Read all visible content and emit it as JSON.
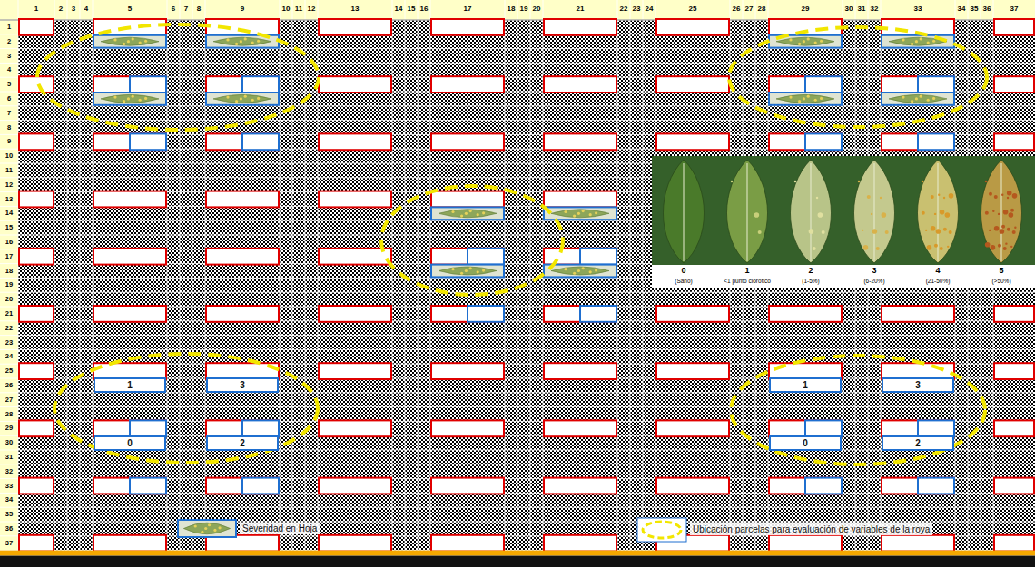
{
  "diagram": {
    "nodes": [
      {
        "text": [
          "1"
        ]
      },
      {
        "text": [
          "3"
        ]
      },
      {
        "text": [
          "1"
        ]
      },
      {
        "text": [
          "3"
        ]
      },
      {
        "text": [
          "0"
        ]
      },
      {
        "text": [
          "2"
        ]
      },
      {
        "text": [
          "0"
        ]
      },
      {
        "text": [
          "2"
        ]
      }
    ],
    "labels": [
      "1",
      "2",
      "3",
      "4",
      "5",
      "6",
      "7",
      "8",
      "9",
      "10",
      "11",
      "12",
      "13",
      "14",
      "15",
      "16",
      "17",
      "18",
      "19",
      "20",
      "21",
      "22",
      "23",
      "24",
      "25",
      "26",
      "27",
      "28",
      "29",
      "30",
      "31",
      "32",
      "33",
      "34",
      "35",
      "36",
      "37",
      "1",
      "2",
      "3",
      "4",
      "5",
      "6",
      "7",
      "8",
      "9",
      "10",
      "11",
      "12",
      "13",
      "14",
      "15",
      "16",
      "17",
      "18",
      "19",
      "20",
      "21",
      "22",
      "23",
      "24",
      "25",
      "26",
      "27",
      "28",
      "29",
      "30",
      "31",
      "32",
      "33",
      "34",
      "35",
      "36",
      "37",
      "0",
      "(Sano)",
      "1",
      "<1 punto clorótico",
      "2",
      "(1-5%)",
      "3",
      "(6-20%)",
      "4",
      "(21-50%)",
      "5",
      "(>50%)"
    ],
    "legend": [
      {
        "text": "Severidad en Hoja"
      },
      {
        "text": "Ubicación parcelas para evaluación de variables de la roya"
      }
    ]
  }
}
